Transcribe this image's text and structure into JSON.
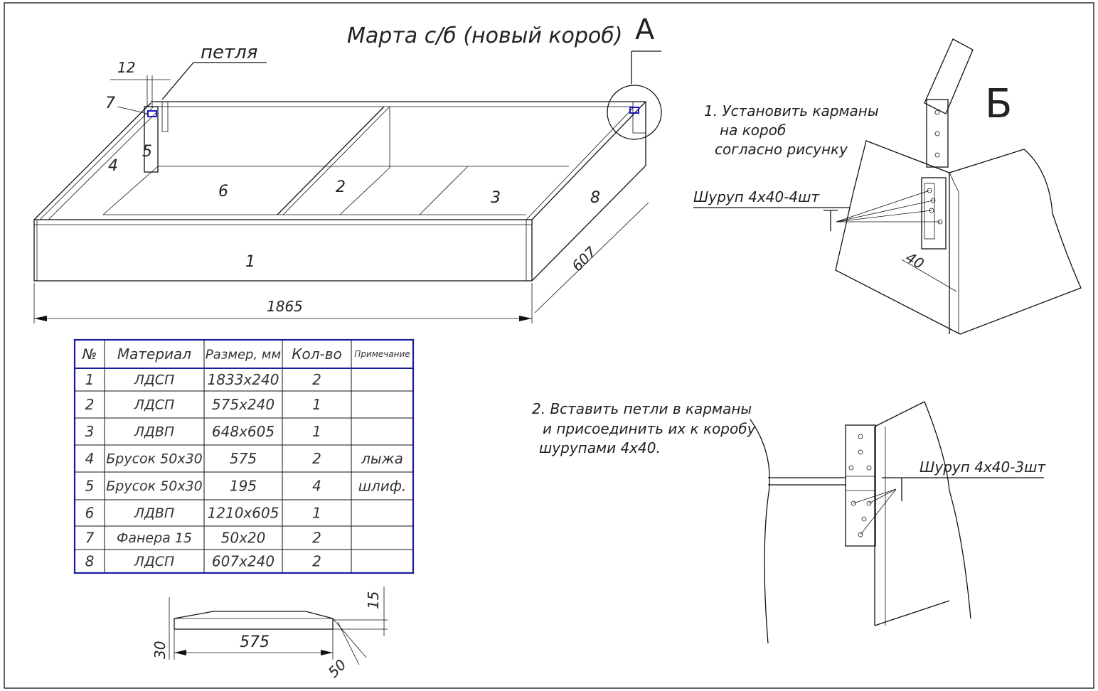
{
  "title": "Марта с/б (новый короб)",
  "view_a_label": "А",
  "view_b_label": "Б",
  "hinge_label": "петля",
  "dims": {
    "d12": "12",
    "d7": "7",
    "d5": "5",
    "d4": "4",
    "d1865": "1865",
    "d607": "607",
    "d40": "40",
    "d575": "575",
    "d30": "30",
    "d15": "15",
    "d50": "50"
  },
  "part_numbers": {
    "p1": "1",
    "p2": "2",
    "p3": "3",
    "p6": "6",
    "p8": "8"
  },
  "step1": [
    "1. Установить карманы",
    "на короб",
    "согласно рисунку"
  ],
  "screw1": "Шуруп 4х40-4шт",
  "step2": [
    "2. Вставить петли в карманы",
    "и присоединить их к коробу",
    "шурупами 4х40."
  ],
  "screw2": "Шуруп 4х40-3шт",
  "table": {
    "headers": [
      "№",
      "Материал",
      "Размер, мм",
      "Кол-во",
      "Примечание"
    ],
    "rows": [
      [
        "1",
        "ЛДСП",
        "1833х240",
        "2",
        ""
      ],
      [
        "2",
        "ЛДСП",
        "575х240",
        "1",
        ""
      ],
      [
        "3",
        "ЛДВП",
        "648х605",
        "1",
        ""
      ],
      [
        "4",
        "Брусок 50х30",
        "575",
        "2",
        "лыжа"
      ],
      [
        "5",
        "Брусок 50х30",
        "195",
        "4",
        "шлиф."
      ],
      [
        "6",
        "ЛДВП",
        "1210х605",
        "1",
        ""
      ],
      [
        "7",
        "Фанера 15",
        "50х20",
        "2",
        ""
      ],
      [
        "8",
        "ЛДСП",
        "607х240",
        "2",
        ""
      ]
    ]
  },
  "colors": {
    "table_border": "#1a1aa0",
    "line": "#111111",
    "accent_blue": "#1a1ad0"
  }
}
